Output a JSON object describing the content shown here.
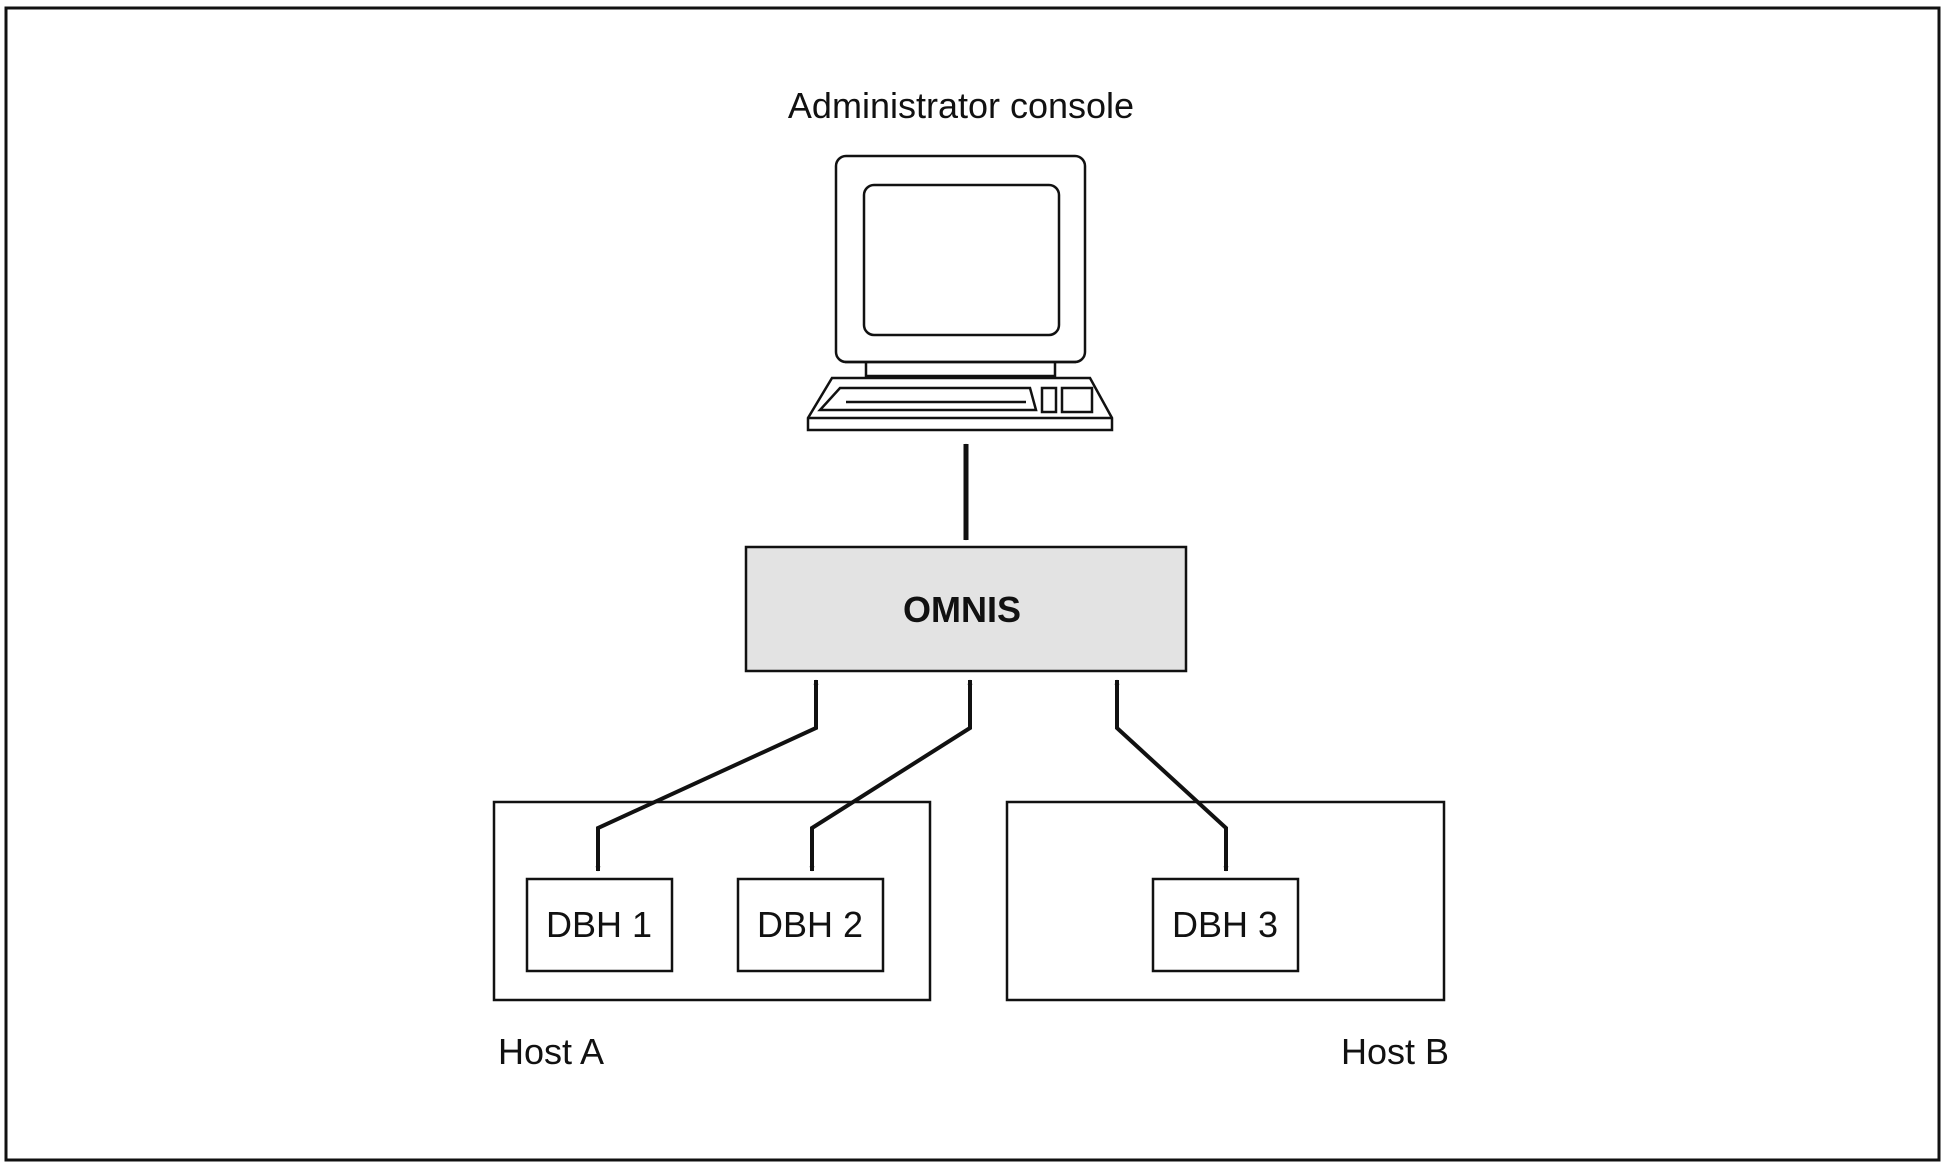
{
  "console": {
    "label": "Administrator console",
    "icon": "computer-icon"
  },
  "omnis": {
    "label": "OMNIS",
    "fill_color": "#e3e3e3"
  },
  "hosts": [
    {
      "label": "Host A",
      "dbh": [
        "DBH 1",
        "DBH 2"
      ]
    },
    {
      "label": "Host B",
      "dbh": [
        "DBH 3"
      ]
    }
  ],
  "colors": {
    "line": "#111111",
    "background": "#ffffff"
  }
}
